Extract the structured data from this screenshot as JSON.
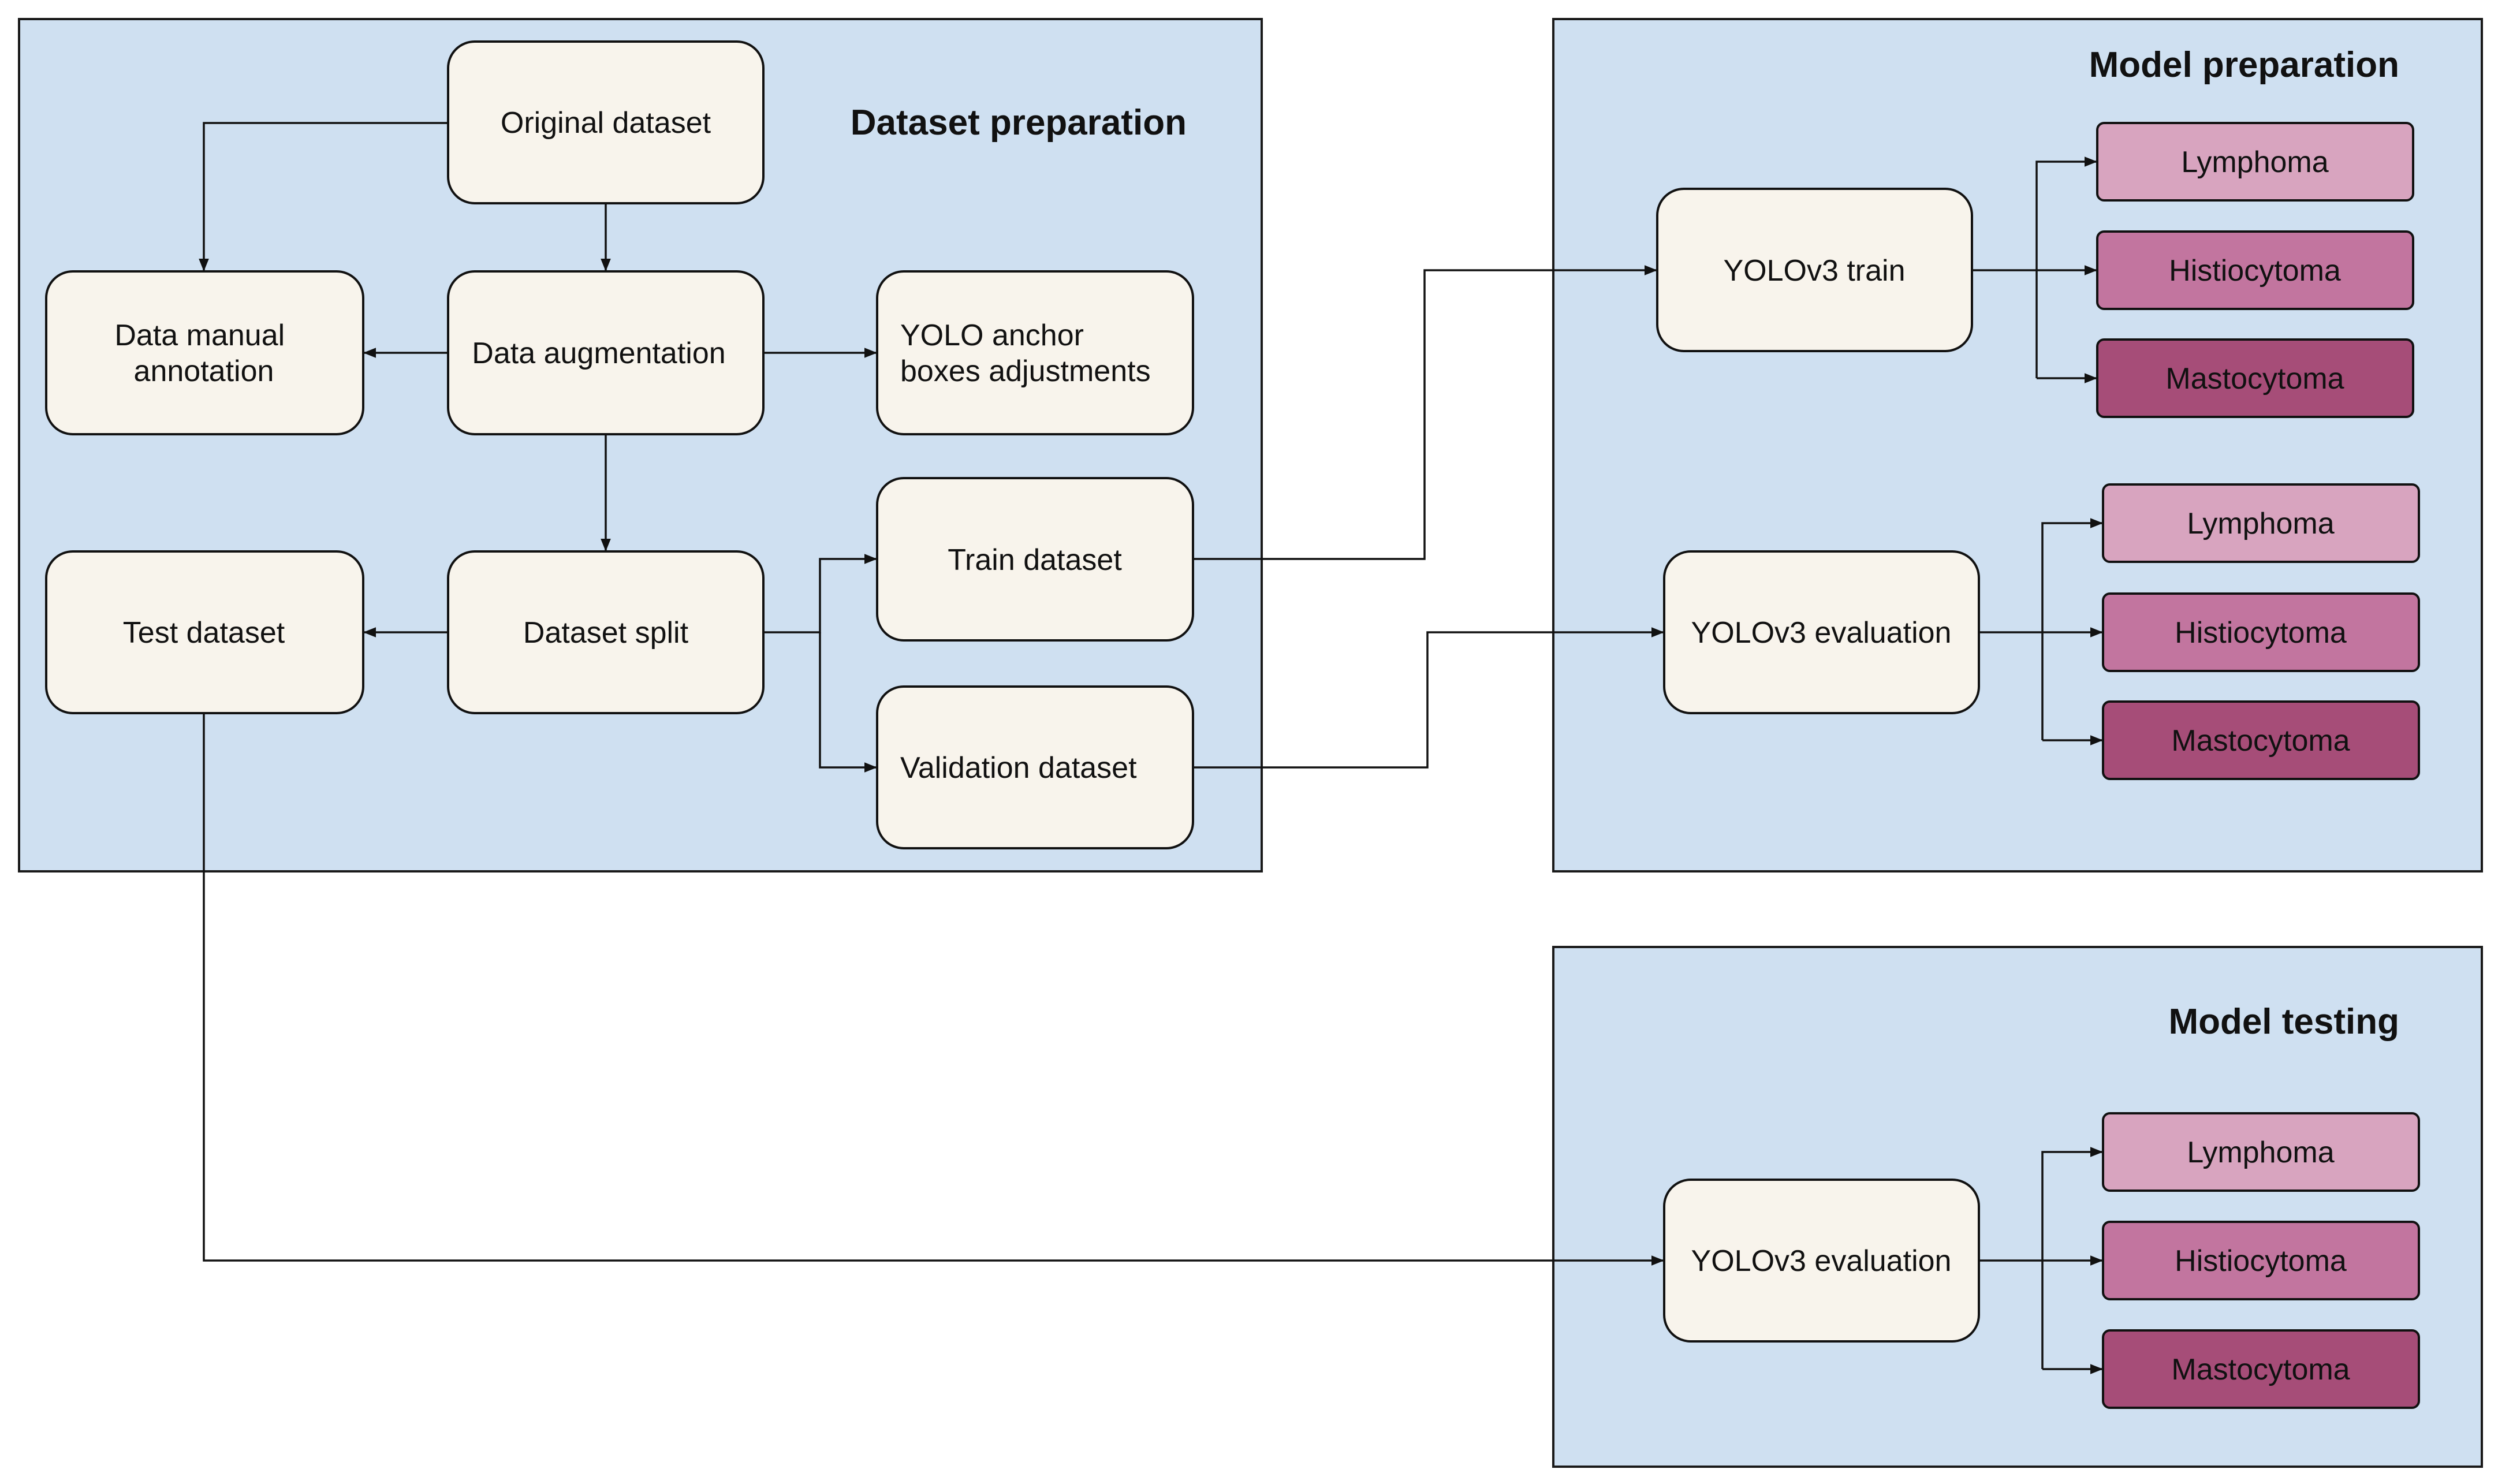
{
  "colors": {
    "panel": "#cfe0f1",
    "node": "#f8f4ec",
    "lymphoma": "#d8a4bf",
    "histiocytoma": "#c2759f",
    "mastocytoma": "#a64d78"
  },
  "sections": {
    "dataset_preparation": "Dataset preparation",
    "model_preparation": "Model preparation",
    "model_testing": "Model testing"
  },
  "nodes": {
    "original_dataset": "Original dataset",
    "data_manual_annotation": [
      "Data manual",
      "annotation"
    ],
    "data_augmentation": "Data augmentation",
    "yolo_anchor": [
      "YOLO anchor",
      "boxes adjustments"
    ],
    "dataset_split": "Dataset split",
    "test_dataset": "Test dataset",
    "train_dataset": "Train dataset",
    "validation_dataset": "Validation dataset",
    "yolo_train": "YOLOv3 train",
    "yolo_evaluation_prep": "YOLOv3 evaluation",
    "yolo_evaluation_test": "YOLOv3 evaluation"
  },
  "classes": {
    "train": [
      "Lymphoma",
      "Histiocytoma",
      "Mastocytoma"
    ],
    "evaluation": [
      "Lymphoma",
      "Histiocytoma",
      "Mastocytoma"
    ],
    "testing": [
      "Lymphoma",
      "Histiocytoma",
      "Mastocytoma"
    ]
  }
}
